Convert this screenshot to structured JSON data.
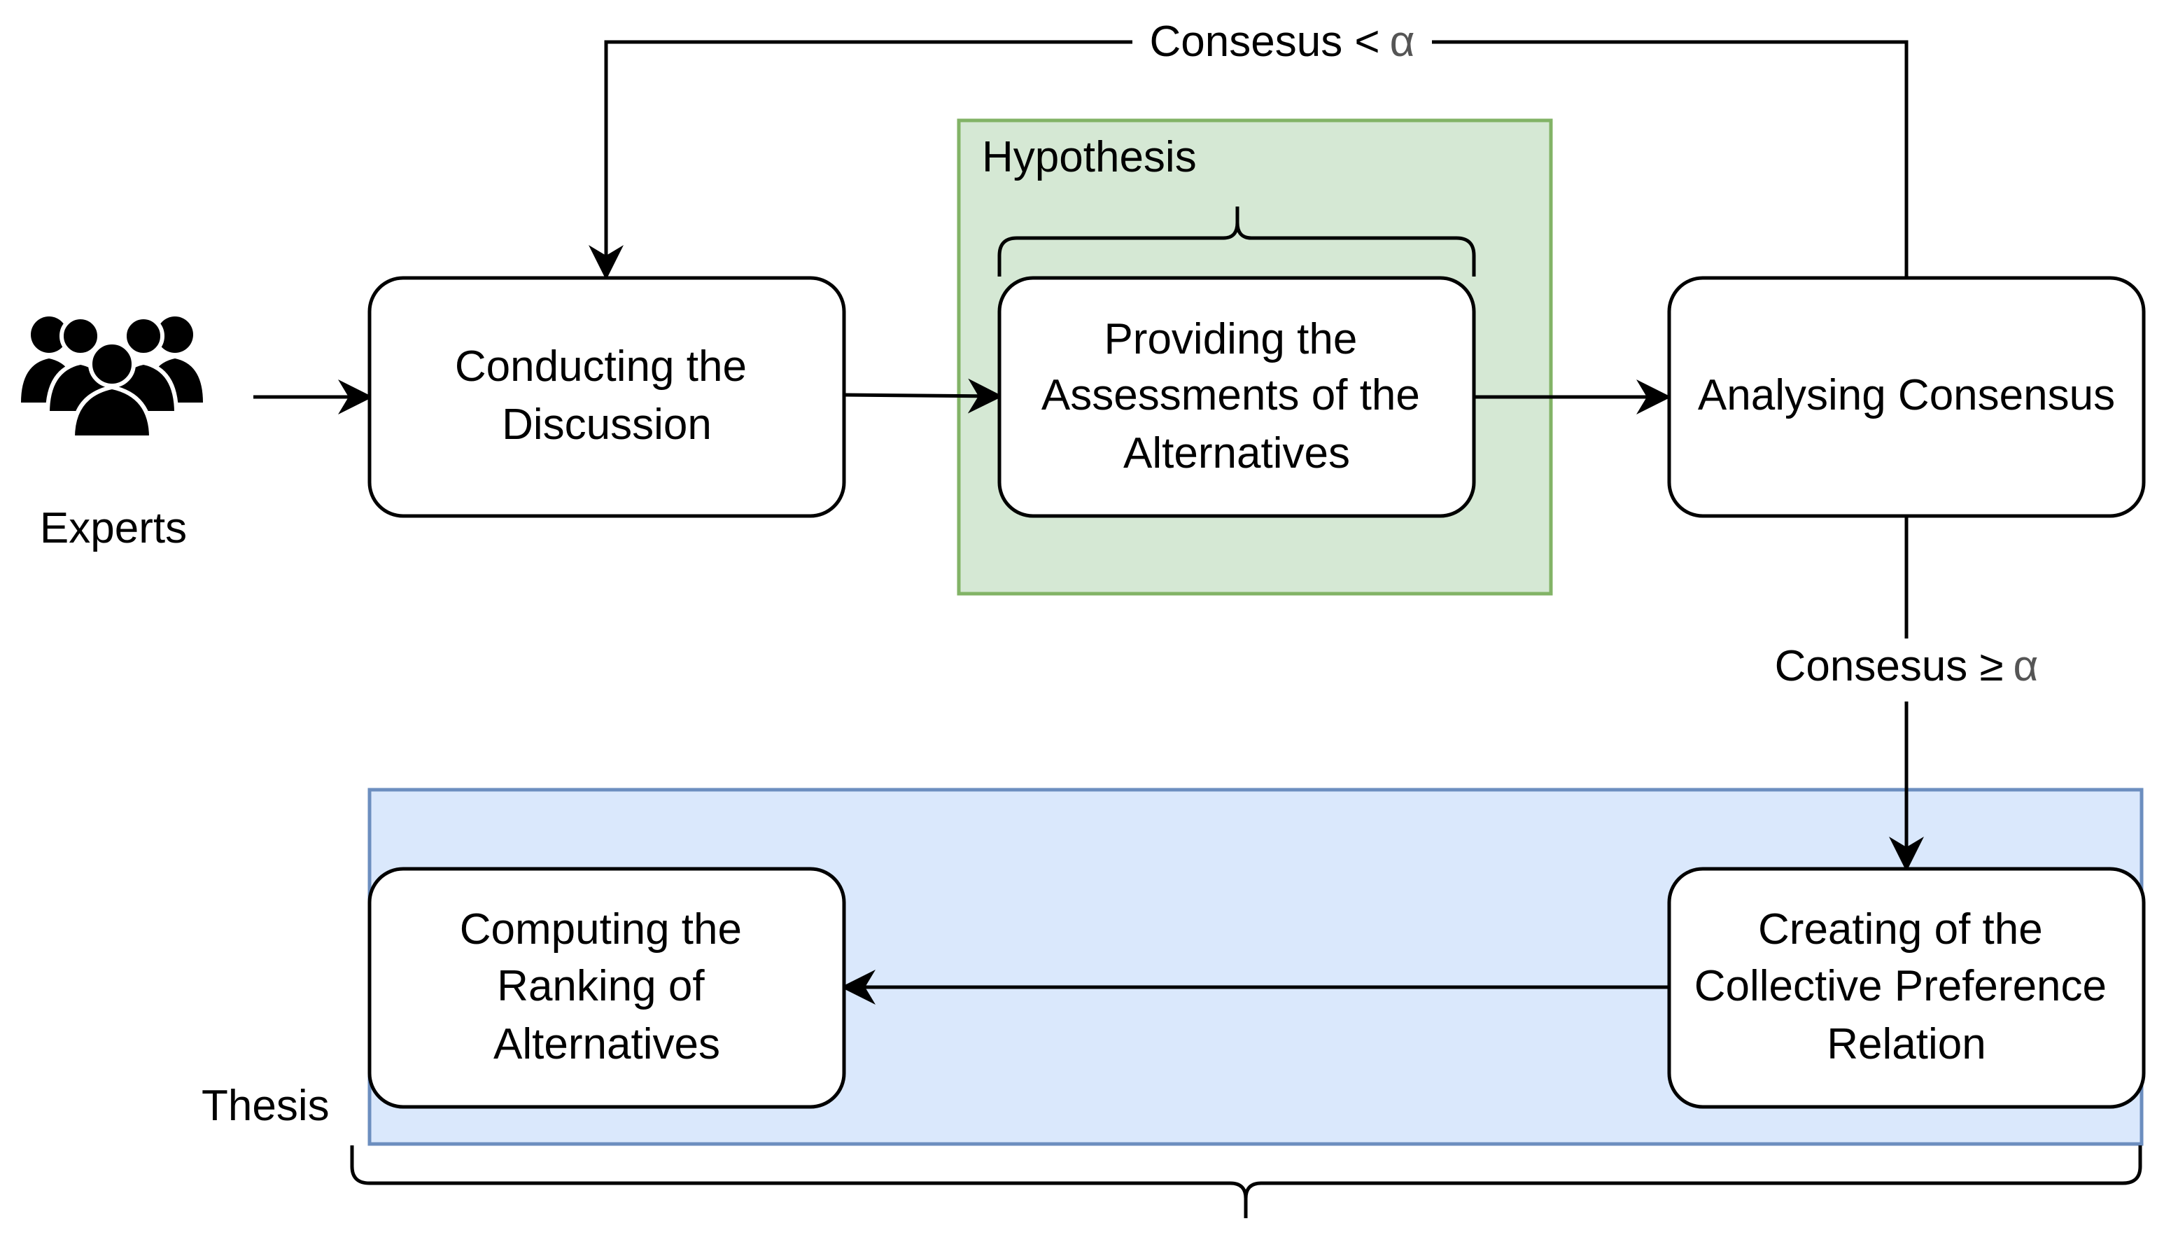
{
  "colors": {
    "hypothesis_fill": "#d5e8d4",
    "hypothesis_stroke": "#82b366",
    "thesis_fill": "#dae8fc",
    "thesis_stroke": "#6c8ebf",
    "box_fill": "#ffffff",
    "line": "#000000"
  },
  "icons": {
    "experts": "group-of-people-icon"
  },
  "labels": {
    "experts": "Experts",
    "hypothesis": "Hypothesis",
    "thesis": "Thesis",
    "loop_condition_prefix": "Consesus <",
    "continue_condition_prefix": "Consesus ≥",
    "alpha": "α"
  },
  "nodes": {
    "conducting": [
      "Conducting the",
      "Discussion"
    ],
    "providing": [
      "Providing the",
      "Assessments of the",
      "Alternatives"
    ],
    "analysing": [
      "Analysing Consensus"
    ],
    "creating": [
      "Creating of the",
      "Collective Preference",
      "Relation"
    ],
    "computing": [
      "Computing the",
      "Ranking of",
      "Alternatives"
    ]
  }
}
